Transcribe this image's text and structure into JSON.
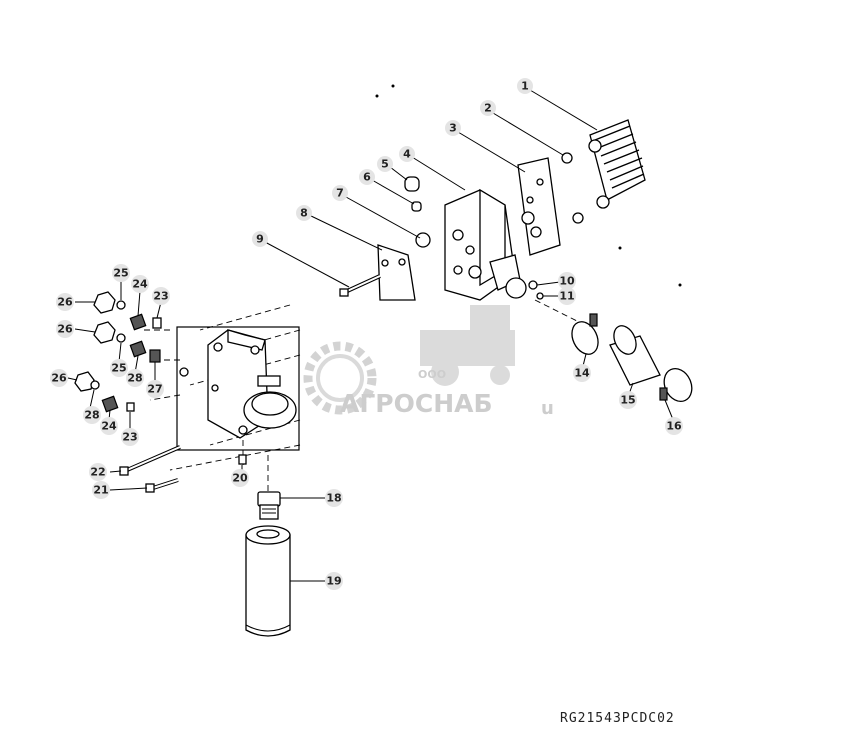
{
  "figure_code": "RG21543PCDC02",
  "watermark": {
    "prefix": "ООО",
    "brand": "АГРОСНАБ",
    "suffix": "u"
  },
  "callouts": {
    "c1": "1",
    "c2": "2",
    "c3": "3",
    "c4": "4",
    "c5": "5",
    "c6": "6",
    "c7": "7",
    "c8": "8",
    "c9": "9",
    "c10": "10",
    "c11": "11",
    "c14": "14",
    "c15": "15",
    "c16": "16",
    "c18": "18",
    "c19": "19",
    "c20": "20",
    "c21": "21",
    "c22": "22",
    "c23": "23",
    "c24": "24",
    "c25": "25",
    "c26": "26",
    "c27": "27",
    "c28": "28"
  }
}
